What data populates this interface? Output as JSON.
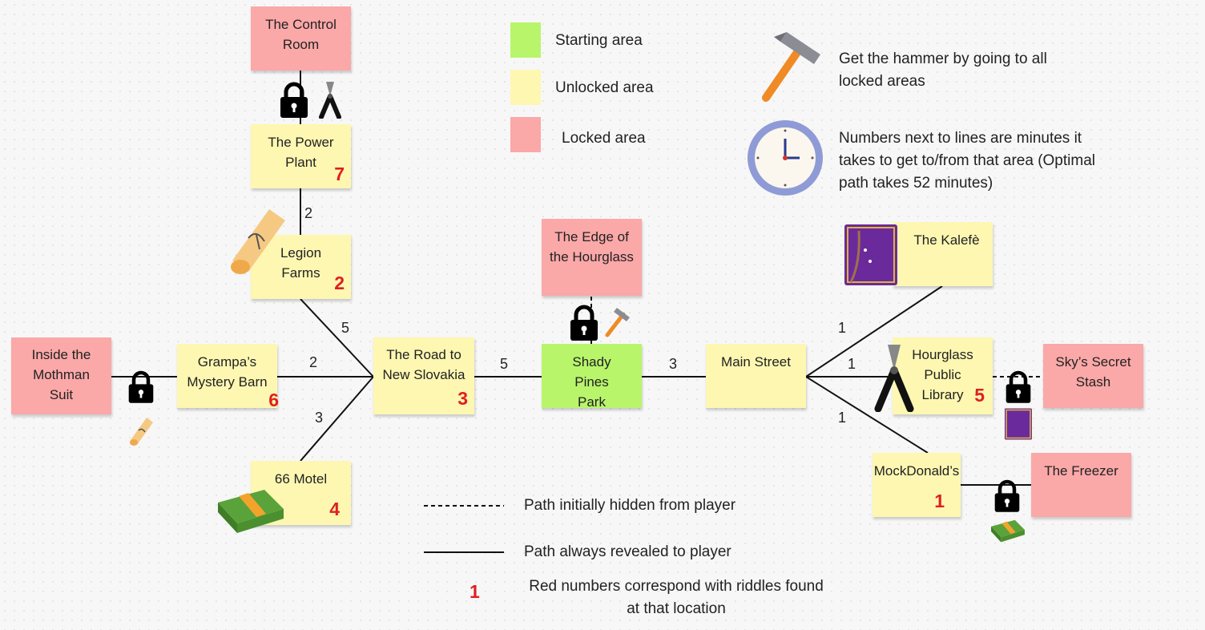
{
  "nodes": {
    "control_room": {
      "label": "The Control Room"
    },
    "power_plant": {
      "label": "The Power Plant",
      "riddle": "7"
    },
    "legion_farms": {
      "label": "Legion Farms",
      "riddle": "2"
    },
    "mothman_suit": {
      "label": "Inside the Mothman Suit"
    },
    "grampas_barn": {
      "label": "Grampa’s Mystery Barn",
      "riddle": "6"
    },
    "motel_66": {
      "label": "66 Motel",
      "riddle": "4"
    },
    "road_new_slovakia": {
      "label": "The Road to New Slovakia",
      "riddle": "3"
    },
    "edge_hourglass": {
      "label": "The Edge of the Hourglass"
    },
    "shady_pines": {
      "label": "Shady Pines Park"
    },
    "main_street": {
      "label": "Main Street"
    },
    "kalefe": {
      "label": "The Kalefè"
    },
    "library": {
      "label": "Hourglass Public Library",
      "riddle": "5"
    },
    "secret_stash": {
      "label": "Sky’s Secret Stash"
    },
    "mockdonalds": {
      "label": "MockDonald’s",
      "riddle": "1"
    },
    "freezer": {
      "label": "The Freezer"
    }
  },
  "edges": {
    "power_legion": "2",
    "legion_road": "5",
    "barn_road": "2",
    "motel_road": "3",
    "road_shady": "5",
    "shady_main": "3",
    "main_kalefe": "1",
    "main_library": "1",
    "main_mock": "1"
  },
  "legend": {
    "starting": "Starting area",
    "unlocked": "Unlocked area",
    "locked": "Locked area",
    "hammer_note": "Get the hammer by going to all locked areas",
    "clock_note": "Numbers next to lines are minutes it takes to get to/from that area (Optimal path takes 52 minutes)",
    "dashed_note": "Path initially hidden from player",
    "solid_note": "Path always revealed to player",
    "red_number_example": "1",
    "red_note": "Red numbers correspond with riddles found at that location"
  },
  "colors": {
    "starting": "#b8f56b",
    "unlocked": "#fdf7b2",
    "locked": "#fba8a8",
    "riddle_number": "#e01f1f"
  },
  "icons": [
    "lock-icon",
    "pliers-icon",
    "hammer-icon",
    "scroll-icon",
    "money-stack-icon",
    "spellbook-icon",
    "clock-icon"
  ]
}
